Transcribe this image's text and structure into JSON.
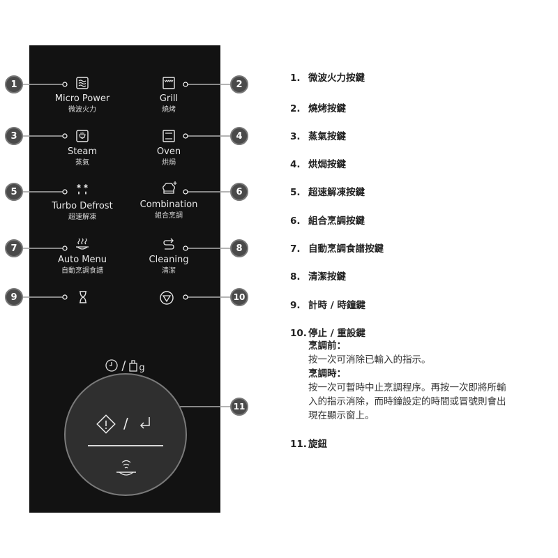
{
  "panel_buttons": {
    "micro_power": {
      "en": "Micro Power",
      "zh": "微波火力"
    },
    "grill": {
      "en": "Grill",
      "zh": "燒烤"
    },
    "steam": {
      "en": "Steam",
      "zh": "蒸氣"
    },
    "oven": {
      "en": "Oven",
      "zh": "烘焗"
    },
    "turbo_defrost": {
      "en": "Turbo Defrost",
      "zh": "超速解凍"
    },
    "combination": {
      "en": "Combination",
      "zh": "組合烹調"
    },
    "auto_menu": {
      "en": "Auto Menu",
      "zh": "自動烹調食譜"
    },
    "cleaning": {
      "en": "Cleaning",
      "zh": "清潔"
    }
  },
  "start_row": {
    "slash": "/",
    "weight_unit": "g"
  },
  "dial": {
    "slash": "/"
  },
  "callouts": [
    "1",
    "2",
    "3",
    "4",
    "5",
    "6",
    "7",
    "8",
    "9",
    "10",
    "11"
  ],
  "legend": {
    "items": [
      {
        "num": "1.",
        "label": "微波火力按鍵"
      },
      {
        "num": "2.",
        "label": "燒烤按鍵"
      },
      {
        "num": "3.",
        "label": "蒸氣按鍵"
      },
      {
        "num": "4.",
        "label": "烘焗按鍵"
      },
      {
        "num": "5.",
        "label": "超速解凍按鍵"
      },
      {
        "num": "6.",
        "label": "組合烹調按鍵"
      },
      {
        "num": "7.",
        "label": "自動烹調食譜按鍵"
      },
      {
        "num": "8.",
        "label": "清潔按鍵"
      },
      {
        "num": "9.",
        "label": "計時 / 時鐘鍵"
      },
      {
        "num": "10.",
        "label": "停止 / 重設鍵"
      },
      {
        "num": "11.",
        "label": "旋鈕"
      }
    ],
    "item10_detail": {
      "before_heading": "烹調前：",
      "before_text": "按一次可消除已輸入的指示。",
      "during_heading": "烹調時：",
      "during_text_1": "按一次可暫時中止烹調程序。再按一次即將所輸",
      "during_text_2": "入的指示消除，而時鐘設定的時間或冒號則會出",
      "during_text_3": "現在顯示窗上。"
    }
  },
  "colors": {
    "panel": "#121212",
    "badge": "#4a4a4a",
    "text_light": "#e8e8e8"
  }
}
